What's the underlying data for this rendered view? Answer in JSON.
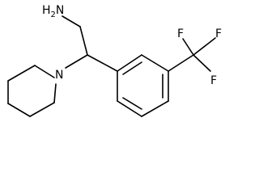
{
  "molecule": {
    "atoms": {
      "amine": {
        "main": "H",
        "subscript": "2",
        "tail": "N"
      },
      "ring_nitrogen": "N",
      "fluorine_1": "F",
      "fluorine_2": "F",
      "fluorine_3": "F"
    },
    "colors": {
      "bond": "#000000",
      "label": "#000000",
      "background": "#ffffff"
    }
  }
}
